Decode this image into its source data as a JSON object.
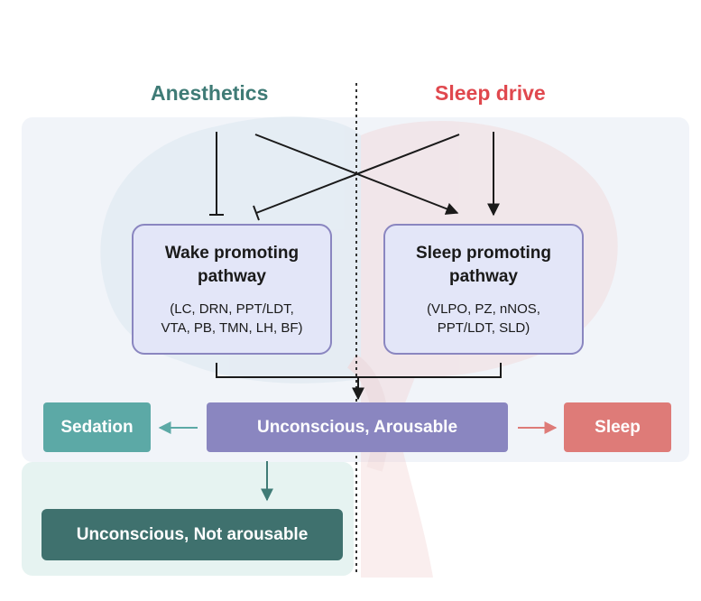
{
  "headings": {
    "anesthetics": "Anesthetics",
    "sleep_drive": "Sleep drive"
  },
  "wake_pathway": {
    "title_line1": "Wake promoting",
    "title_line2": "pathway",
    "nuclei_line1": "(LC, DRN, PPT/LDT,",
    "nuclei_line2": "VTA, PB, TMN, LH, BF)"
  },
  "sleep_pathway": {
    "title_line1": "Sleep promoting",
    "title_line2": "pathway",
    "nuclei_line1": "(VLPO, PZ, nNOS,",
    "nuclei_line2": "PPT/LDT, SLD)"
  },
  "states": {
    "sedation": "Sedation",
    "unconscious_arousable": "Unconscious, Arousable",
    "sleep": "Sleep",
    "unconscious_not_arousable": "Unconscious, Not arousable"
  },
  "colors": {
    "anesthetics": "#3f7b76",
    "sleep_drive": "#e0484e",
    "pathway_fill": "#e3e6f8",
    "pathway_border": "#8a86c0",
    "sedation": "#5ca9a6",
    "unconscious_arousable": "#8a86c0",
    "sleep": "#de7b78",
    "not_arousable": "#3f716e"
  }
}
